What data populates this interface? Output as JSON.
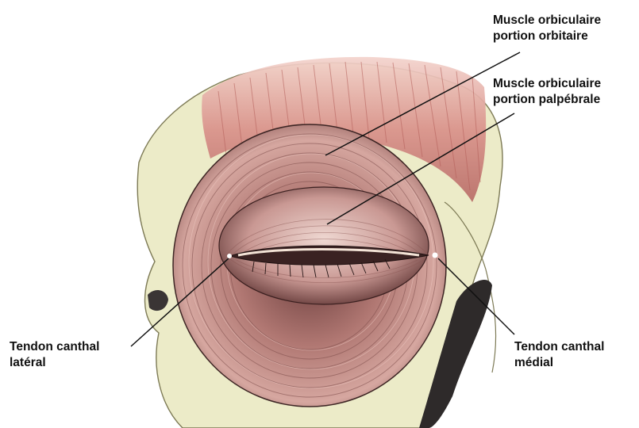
{
  "labels": {
    "orbital": {
      "line1": "Muscle orbiculaire",
      "line2": "portion orbitaire"
    },
    "palpebral": {
      "line1": "Muscle orbiculaire",
      "line2": "portion palpébrale"
    },
    "lateral_tendon": {
      "line1": "Tendon canthal",
      "line2": "latéral"
    },
    "medial_tendon": {
      "line1": "Tendon canthal",
      "line2": "médial"
    }
  },
  "colors": {
    "bone": "#ecebc8",
    "muscle": "#c98f88",
    "muscle_dark": "#7a4a48",
    "brow_muscle": "#d99a92",
    "leader_line": "#111111"
  }
}
